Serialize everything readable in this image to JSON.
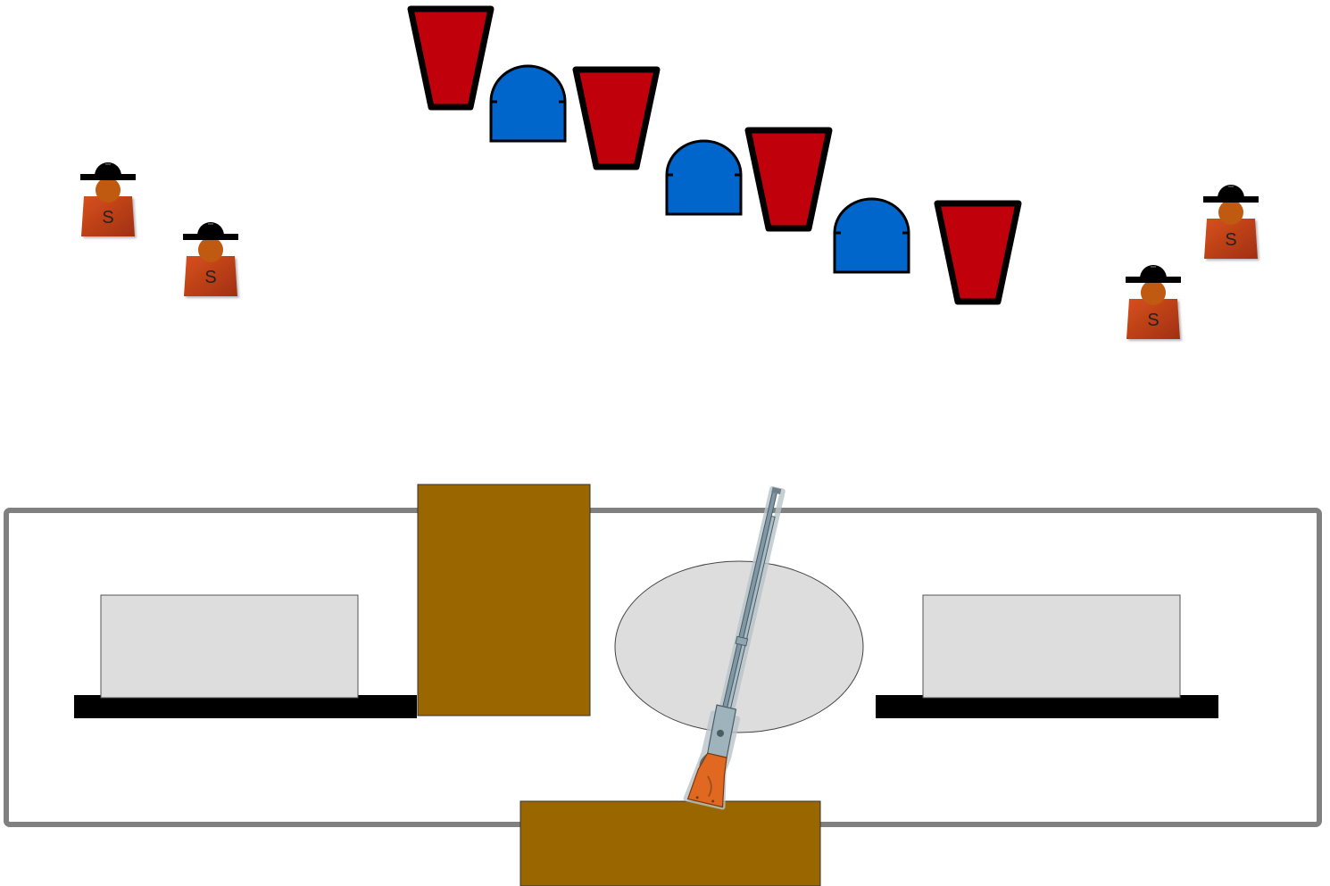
{
  "colors": {
    "red_target": "#c0000b",
    "blue_target": "#0066cc",
    "target_outline": "#000000",
    "shooter_body": "#c0401a",
    "shooter_head": "#c05a10",
    "shooter_hat": "#000000",
    "table_brown": "#996600",
    "prop_box": "#dddddd",
    "prop_table": "#000000",
    "bay_outline": "#808080",
    "ellipse_fill": "#dddddd"
  },
  "shooters": [
    {
      "label": "S"
    },
    {
      "label": "S"
    },
    {
      "label": "S"
    },
    {
      "label": "S"
    }
  ],
  "targets": [
    {
      "kind": "red-bucket"
    },
    {
      "kind": "blue-dome"
    },
    {
      "kind": "red-bucket"
    },
    {
      "kind": "blue-dome"
    },
    {
      "kind": "red-bucket"
    },
    {
      "kind": "blue-dome"
    },
    {
      "kind": "red-bucket"
    }
  ],
  "props": {
    "rifle_icon": "rifle-icon"
  }
}
